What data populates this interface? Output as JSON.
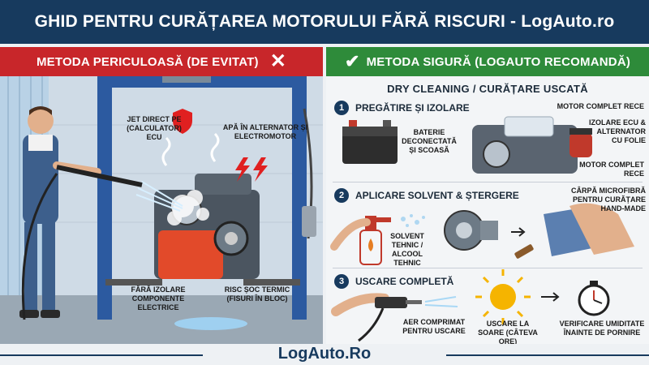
{
  "title": "GHID PENTRU CURĂȚAREA MOTORULUI FĂRĂ RISCURI - LogAuto.ro",
  "bad": {
    "header": "METODA PERICULOASĂ (DE EVITAT)",
    "labels": {
      "jet": "JET DIRECT PE (CALCULATOR) ECU",
      "apa": "APĂ ÎN ALTERNATOR ȘI ELECTROMOTOR",
      "izolare": "FĂRĂ IZOLARE COMPONENTE ELECTRICE",
      "risc": "RISC ȘOC TERMIC (FISURI ÎN BLOC)"
    }
  },
  "good": {
    "header": "METODA SIGURĂ (LOGAUTO RECOMANDĂ)",
    "subtitle": "DRY CLEANING / CURĂȚARE USCATĂ",
    "steps": [
      {
        "num": "1",
        "title": "PREGĂTIRE ȘI IZOLARE"
      },
      {
        "num": "2",
        "title": "APLICARE SOLVENT & ȘTERGERE"
      },
      {
        "num": "3",
        "title": "USCARE COMPLETĂ"
      }
    ],
    "labels": {
      "baterie": "BATERIE DECONECTATĂ ȘI SCOASĂ",
      "motor_rece_1": "MOTOR COMPLET RECE",
      "izolare_ecu": "IZOLARE ECU & ALTERNATOR CU FOLIE",
      "motor_rece_2": "MOTOR COMPLET RECE",
      "solvent": "SOLVENT TEHNIC / ALCOOL TEHNIC",
      "carpa": "CÂRPĂ MICROFIBRĂ PENTRU CURĂȚARE HAND-MADE",
      "aer": "AER COMPRIMAT PENTRU USCARE",
      "soare": "USCARE LA SOARE (CÂTEVA ORE)",
      "umiditate": "VERIFICARE UMIDITATE ÎNAINTE DE PORNIRE"
    }
  },
  "footer": {
    "logo": "LogAuto.Ro"
  }
}
